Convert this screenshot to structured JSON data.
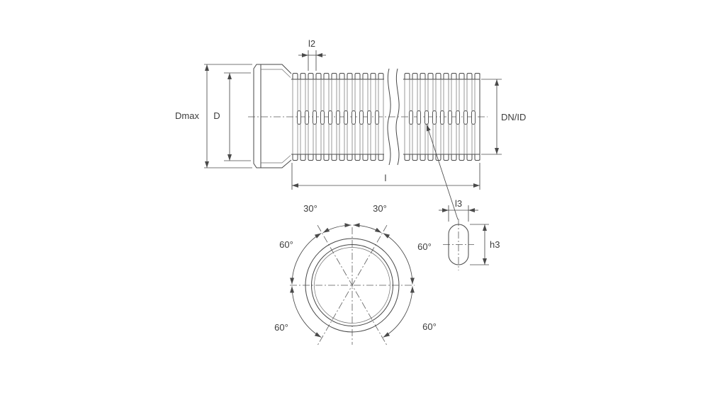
{
  "drawing": {
    "side_view": {
      "dmax_label": "Dmax",
      "d_label": "D",
      "l2_label": "l2",
      "dn_id_label": "DN/ID",
      "length_label": "l"
    },
    "front_view": {
      "angle_top_left": "30°",
      "angle_top_right": "30°",
      "angle_upper_left": "60°",
      "angle_upper_right": "60°",
      "angle_lower_left": "60°",
      "angle_lower_right": "60°"
    },
    "slot_detail": {
      "l3_label": "l3",
      "h3_label": "h3"
    }
  }
}
